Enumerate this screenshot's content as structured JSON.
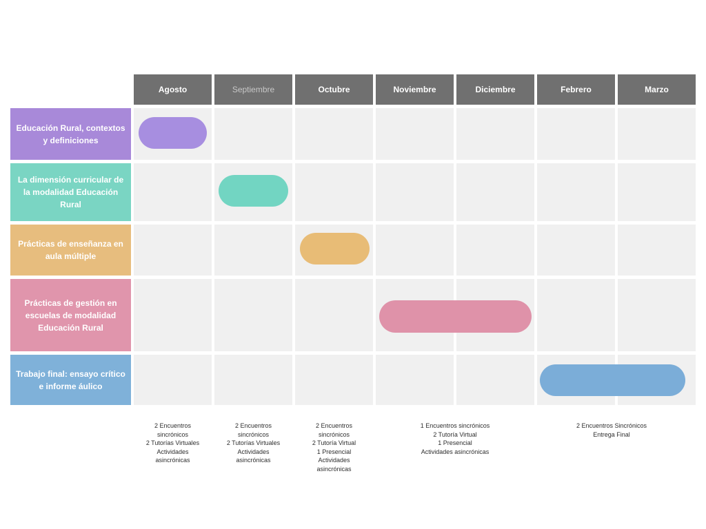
{
  "colors": {
    "header_bg": "#707070",
    "header_text": "#ffffff",
    "header_text_muted": "#c7c7c7",
    "cell_bg": "#f0f0f0",
    "background": "#ffffff"
  },
  "months": [
    {
      "label": "Agosto",
      "muted": false
    },
    {
      "label": "Septiembre",
      "muted": true
    },
    {
      "label": "Octubre",
      "muted": false
    },
    {
      "label": "Noviembre",
      "muted": false
    },
    {
      "label": "Diciembre",
      "muted": false
    },
    {
      "label": "Febrero",
      "muted": false
    },
    {
      "label": "Marzo",
      "muted": false
    }
  ],
  "rows": [
    {
      "label": "Educación Rural, contextos y definiciones",
      "color": "#a889d9",
      "bar_color": "#a78ee0",
      "bar_months": [
        "Agosto"
      ]
    },
    {
      "label": "La dimensión curricular de la modalidad Educación Rural",
      "color": "#7ad5c3",
      "bar_color": "#72d5c2",
      "bar_months": [
        "Septiembre"
      ]
    },
    {
      "label": "Prácticas de enseñanza en aula múltiple",
      "color": "#e7bd7e",
      "bar_color": "#e8bc76",
      "bar_months": [
        "Octubre"
      ]
    },
    {
      "label": "Prácticas de gestión en escuelas de modalidad Educación Rural",
      "color": "#e095ac",
      "bar_color": "#df92a9",
      "bar_months": [
        "Noviembre",
        "Diciembre"
      ]
    },
    {
      "label": "Trabajo final: ensayo crítico e informe áulico",
      "color": "#7fb1d9",
      "bar_color": "#7badd8",
      "bar_months": [
        "Febrero",
        "Marzo"
      ]
    }
  ],
  "footnotes": [
    {
      "anchor_months": [
        "Agosto"
      ],
      "lines": [
        "2 Encuentros",
        "sincrónicos",
        "2 Tutorías Virtuales",
        "Actividades",
        "asincrónicas"
      ]
    },
    {
      "anchor_months": [
        "Septiembre"
      ],
      "lines": [
        "2 Encuentros",
        "sincrónicos",
        "2 Tutorías Virtuales",
        "Actividades",
        "asincrónicas"
      ]
    },
    {
      "anchor_months": [
        "Octubre"
      ],
      "lines": [
        "2 Encuentros",
        "sincrónicos",
        "2 Tutoría Virtual",
        "1 Presencial",
        "Actividades",
        "asincrónicas"
      ]
    },
    {
      "anchor_months": [
        "Noviembre",
        "Diciembre"
      ],
      "lines": [
        "1 Encuentros sincrónicos",
        "2 Tutoría Virtual",
        "1 Presencial",
        "Actividades asincrónicas"
      ]
    },
    {
      "anchor_months": [
        "Febrero",
        "Marzo"
      ],
      "lines": [
        "2 Encuentros Sincrónicos",
        "Entrega Final"
      ]
    }
  ]
}
